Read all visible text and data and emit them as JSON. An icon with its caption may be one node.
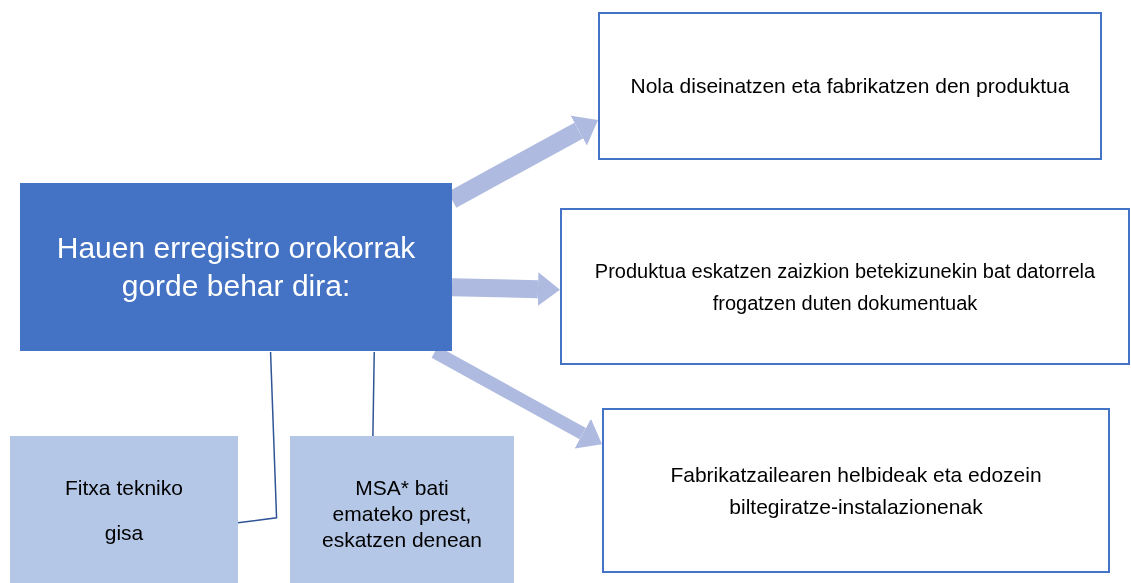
{
  "diagram": {
    "nodes": [
      {
        "text": [
          "Hauen erregistro orokorrak gorde behar dira:"
        ]
      },
      {
        "text": [
          "Nola diseinatzen eta fabrikatzen den produktua"
        ]
      },
      {
        "text": [
          "Produktua eskatzen zaizkion betekizunekin bat datorrela frogatzen duten dokumentuak"
        ]
      },
      {
        "text": [
          "Fabrikatzailearen helbideak eta edozein biltegiratze-instalazionenak"
        ]
      },
      {
        "text": [
          "Fitxa tekniko gisa"
        ]
      },
      {
        "text": [
          "MSA* bati emateko prest, eskatzen denean"
        ]
      }
    ],
    "edges": [
      {
        "from": 0,
        "to": 1,
        "arrow": "to"
      },
      {
        "from": 0,
        "to": 2,
        "arrow": "to"
      },
      {
        "from": 0,
        "to": 3,
        "arrow": "to"
      },
      {
        "from": 0,
        "to": 4,
        "arrow": "none",
        "color": "#2f5597"
      },
      {
        "from": 0,
        "to": 5,
        "arrow": "none",
        "color": "#2f5597"
      }
    ]
  }
}
